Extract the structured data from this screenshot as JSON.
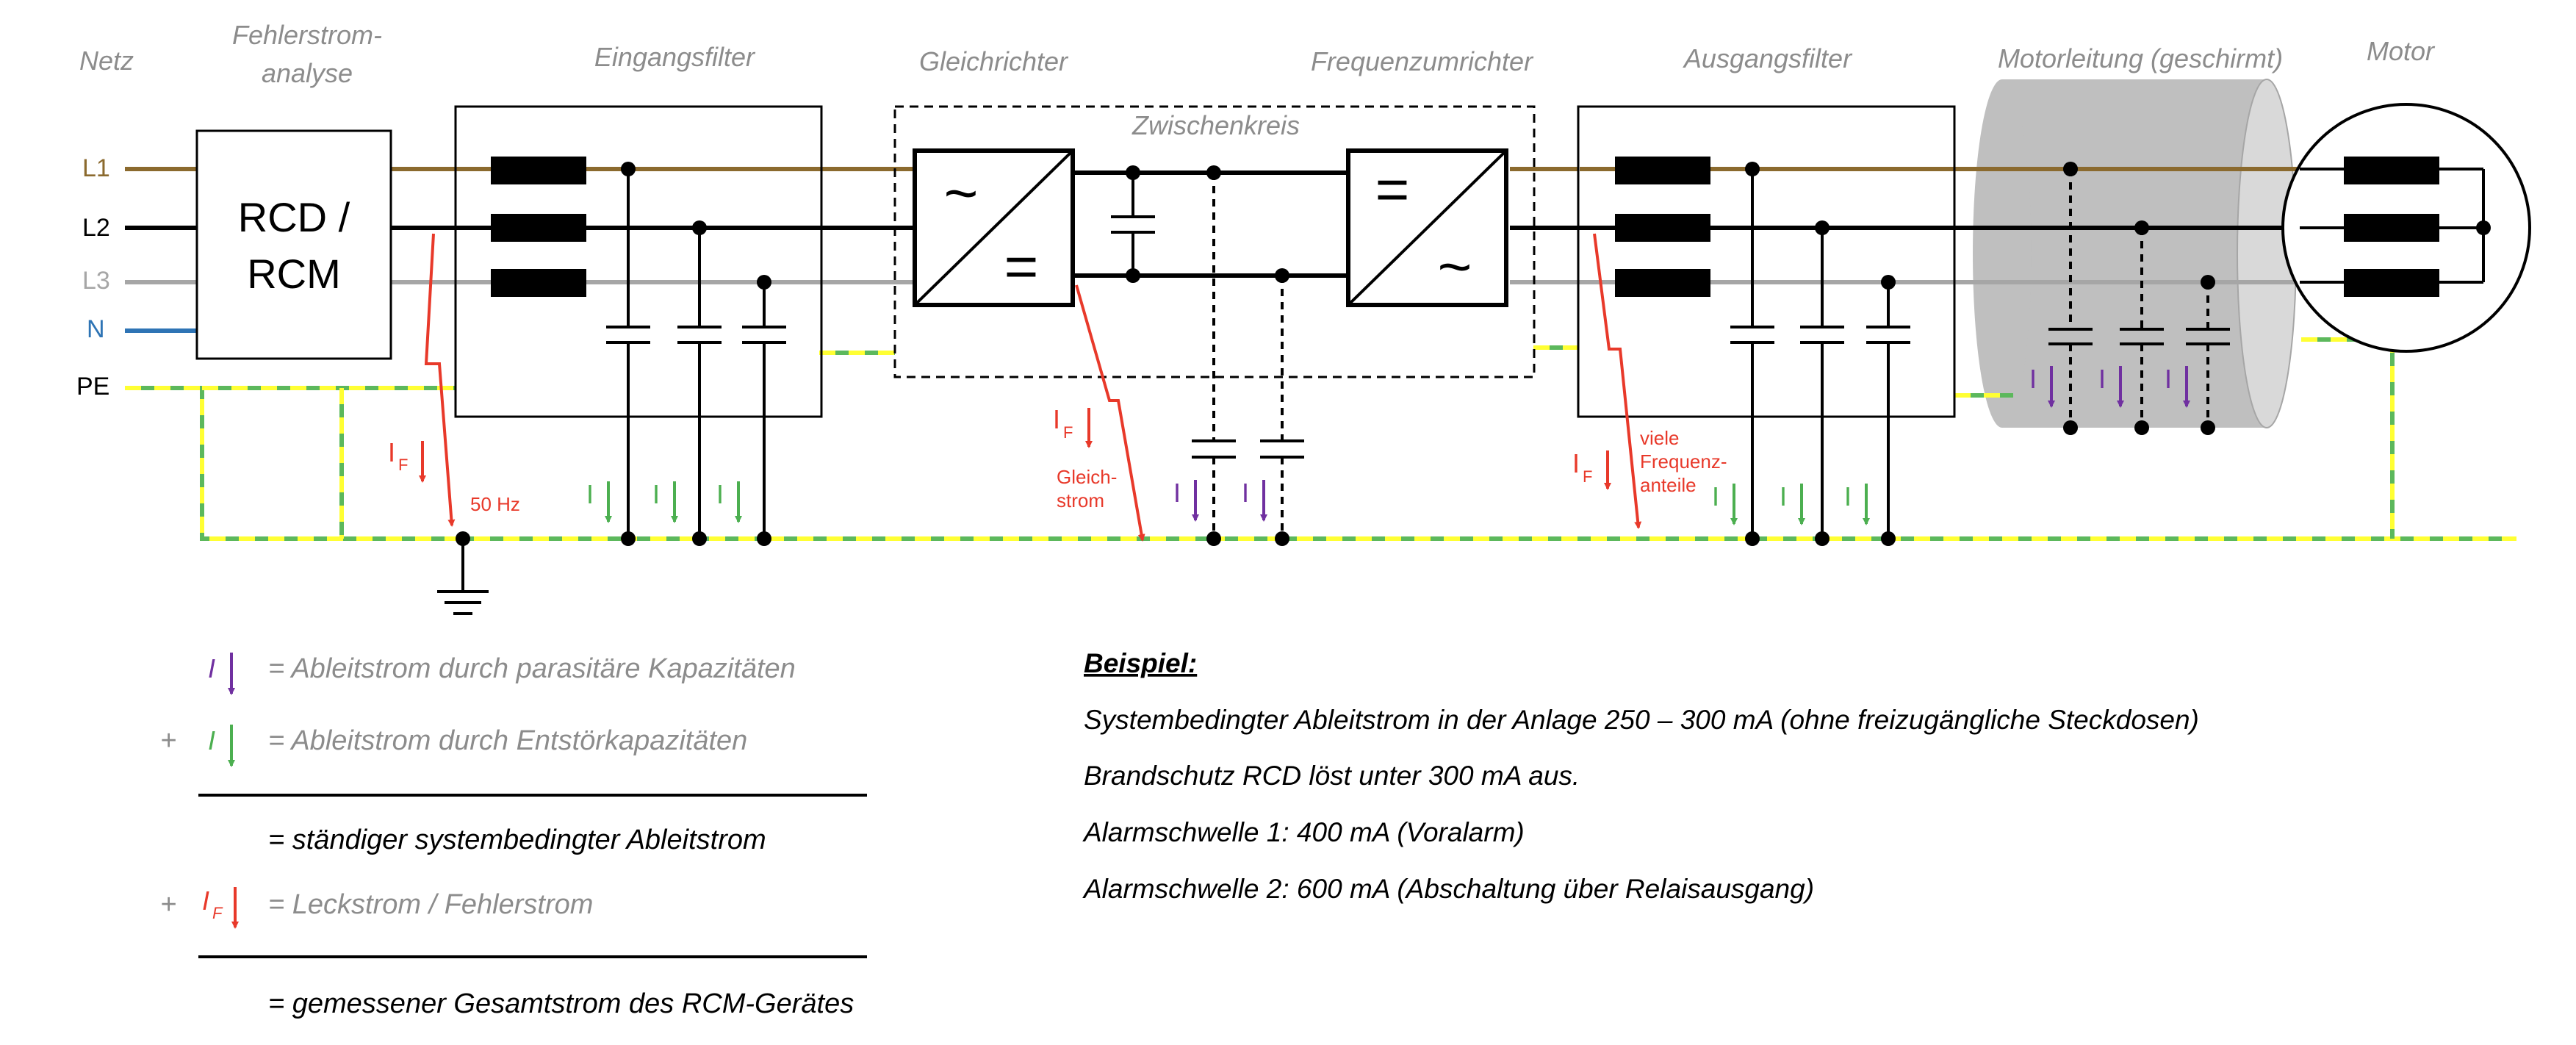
{
  "colors": {
    "l1": "#8B6A2E",
    "l2": "#000000",
    "l3": "#a6a6a6",
    "n": "#2e74b5",
    "pe_green": "#5cb85c",
    "pe_yellow": "#ffff33",
    "fault_red": "#e8392a",
    "parasitic_purple": "#7030a0",
    "suppression_green": "#4caf50",
    "header_gray": "#8c8c8c",
    "shield_gray": "#bfbfbf"
  },
  "headers": {
    "netz": "Netz",
    "fehlerstrom_1": "Fehlerstrom-",
    "fehlerstrom_2": "analyse",
    "eingangsfilter": "Eingangsfilter",
    "gleichrichter": "Gleichrichter",
    "frequenzumrichter": "Frequenzumrichter",
    "ausgangsfilter": "Ausgangsfilter",
    "motorleitung": "Motorleitung (geschirmt)",
    "motor": "Motor",
    "zwischenkreis": "Zwischenkreis"
  },
  "lines": {
    "l1": "L1",
    "l2": "L2",
    "l3": "L3",
    "n": "N",
    "pe": "PE"
  },
  "rcd": {
    "line1": "RCD /",
    "line2": "RCM"
  },
  "converter_symbols": {
    "ac": "~",
    "dc": "="
  },
  "fault_labels": {
    "current": "I",
    "subscript": "F",
    "hz50": "50 Hz",
    "dc_1": "Gleich-",
    "dc_2": "strom",
    "freq_1": "viele",
    "freq_2": "Frequenz-",
    "freq_3": "anteile"
  },
  "arrow_symbol": {
    "current": "I"
  },
  "legend": {
    "parasitic": "= Ableitstrom durch parasitäre Kapazitäten",
    "plus1": "+",
    "suppression": "= Ableitstrom durch Entstörkapazitäten",
    "subtotal": "= ständiger systembedingter Ableitstrom",
    "plus2": "+",
    "leakage": "= Leckstrom / Fehlerstrom",
    "total": "= gemessener Gesamtstrom des RCM-Gerätes"
  },
  "example": {
    "title": "Beispiel:",
    "line1": "Systembedingter Ableitstrom in der Anlage 250 – 300 mA (ohne freizugängliche Steckdosen)",
    "line2": "Brandschutz RCD löst unter 300 mA aus.",
    "line3": "Alarmschwelle 1: 400 mA (Voralarm)",
    "line4": "Alarmschwelle 2: 600 mA (Abschaltung über Relaisausgang)"
  }
}
